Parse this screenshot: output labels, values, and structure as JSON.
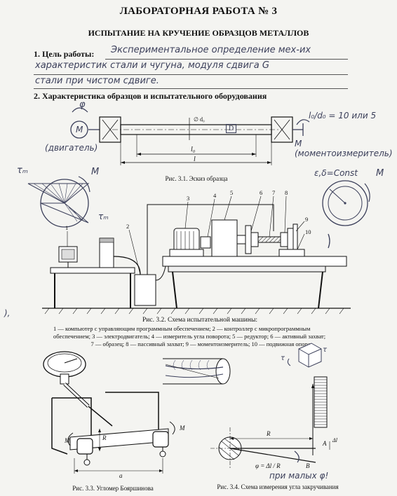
{
  "header": {
    "title": "ЛАБОРАТОРНАЯ РАБОТА № 3",
    "subtitle": "ИСПЫТАНИЕ НА КРУЧЕНИЕ ОБРАЗЦОВ МЕТАЛЛОВ"
  },
  "section1": {
    "label": "1. Цель работы:",
    "hand_line1": "Экспериментальное определение мех-их",
    "hand_line2": "характеристик стали и чугуна, модуля сдвига G",
    "hand_line3": "стали при чистом сдвиге."
  },
  "section2": {
    "label": "2. Характеристика образцов и испытательного оборудования"
  },
  "fig31": {
    "caption": "Рис. 3.1. Эскиз образца",
    "label_d0": "∅ d₀",
    "label_l0": "l₀",
    "label_l": "l",
    "box_label": "D",
    "hand_ratio": "l₀/d₀ = 10 или 5",
    "hand_motor": "(двигатель)",
    "hand_meter": "M (моментоизмеритель)",
    "hand_tau_left": "τₘ",
    "hand_M_left": "M",
    "hand_tau_mid": "τₘ",
    "hand_eps": "ε,δ=Const",
    "hand_M_right": "M",
    "sym_phi": "φ",
    "sym_M": "M"
  },
  "fig32": {
    "caption": "Рис. 3.2. Схема испытательной машины:",
    "numbers": [
      "1",
      "2",
      "3",
      "4",
      "5",
      "6",
      "7",
      "8",
      "9",
      "10"
    ],
    "legend1": "1 — компьютер с управляющим программным обеспечением; 2 — контроллер с микропрограммным",
    "legend2": "обеспечением; 3 — электродвигатель; 4 — измеритель угла поворота; 5 — редуктор; 6 — активный захват;",
    "legend3": "7 — образец; 8 — пассивный захват; 9 — моментоизмеритель; 10 — подвижная опора"
  },
  "fig33": {
    "caption": "Рис. 3.3. Угломер Бояршинова",
    "label_M_left": "M",
    "label_M_right": "M",
    "label_R": "R",
    "label_a": "a"
  },
  "fig34": {
    "caption": "Рис. 3.4. Схема измерения угла закручивания",
    "label_R": "R",
    "label_A": "A",
    "label_B": "B",
    "label_dl": "Δl",
    "formula": "φ = Δl / R",
    "hand_note": "при малых φ!",
    "hand_tau": "τ"
  }
}
